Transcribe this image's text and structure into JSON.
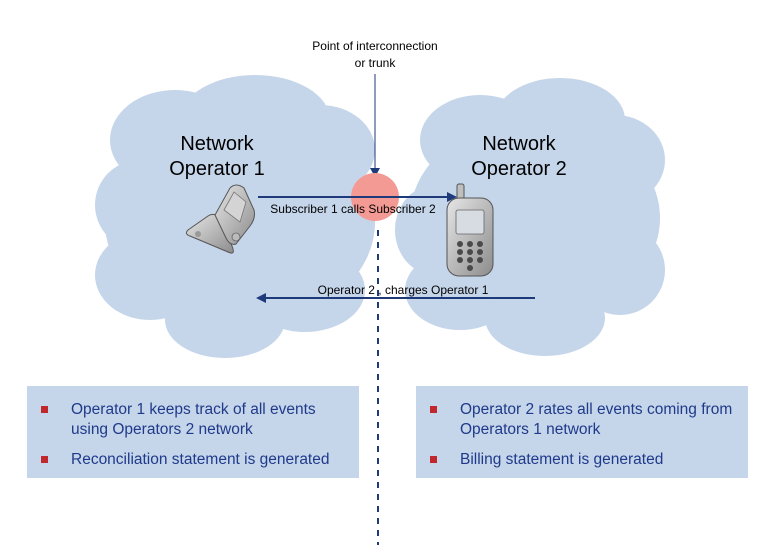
{
  "poi_label": {
    "line1": "Point of interconnection",
    "line2": "or trunk"
  },
  "operator1": {
    "line1": "Network",
    "line2": "Operator 1"
  },
  "operator2": {
    "line1": "Network",
    "line2": "Operator 2"
  },
  "call_arrow_label": "Subscriber 1 calls Subscriber 2",
  "charge_arrow_label": "Operator 2 , charges Operator 1",
  "left_panel": {
    "items": [
      "Operator 1 keeps track of all events using Operators 2 network",
      "Reconciliation statement is generated"
    ]
  },
  "right_panel": {
    "items": [
      "Operator 2 rates all events coming from Operators 1 network",
      "Billing statement is generated"
    ]
  },
  "colors": {
    "cloud": "#c5d5ea",
    "arrow": "#1f3a7a",
    "poi_circle": "#f49a94",
    "bullet": "#c0282d",
    "panel_text": "#1f3a8a"
  },
  "icons": {
    "phone_left": "flip-phone-icon",
    "phone_right": "mobile-phone-icon"
  }
}
